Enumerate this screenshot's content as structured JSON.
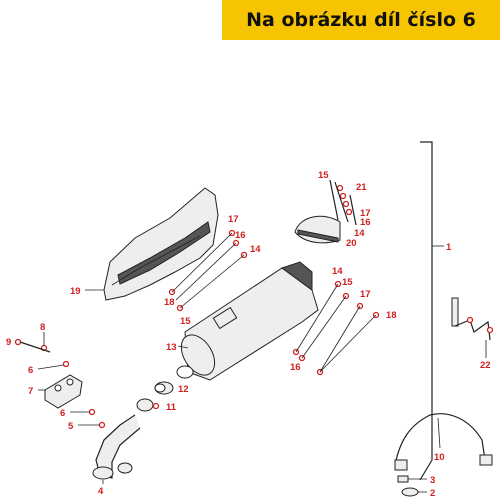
{
  "banner": {
    "text": "Na obrázku díl číslo 6"
  },
  "callouts": {
    "c1": "1",
    "c2": "2",
    "c3": "3",
    "c4": "4",
    "c5": "5",
    "c6a": "6",
    "c6b": "6",
    "c7": "7",
    "c8": "8",
    "c9": "9",
    "c10": "10",
    "c11": "11",
    "c12": "12",
    "c13": "13",
    "c14a": "14",
    "c14b": "14",
    "c14c": "14",
    "c15a": "15",
    "c15b": "15",
    "c15c": "15",
    "c16a": "16",
    "c16b": "16",
    "c16c": "16",
    "c17a": "17",
    "c17b": "17",
    "c17c": "17",
    "c18a": "18",
    "c18b": "18",
    "c19": "19",
    "c20": "20",
    "c21": "21",
    "c22": "22"
  },
  "colors": {
    "banner": "#f6c400",
    "callout": "#d02020"
  }
}
